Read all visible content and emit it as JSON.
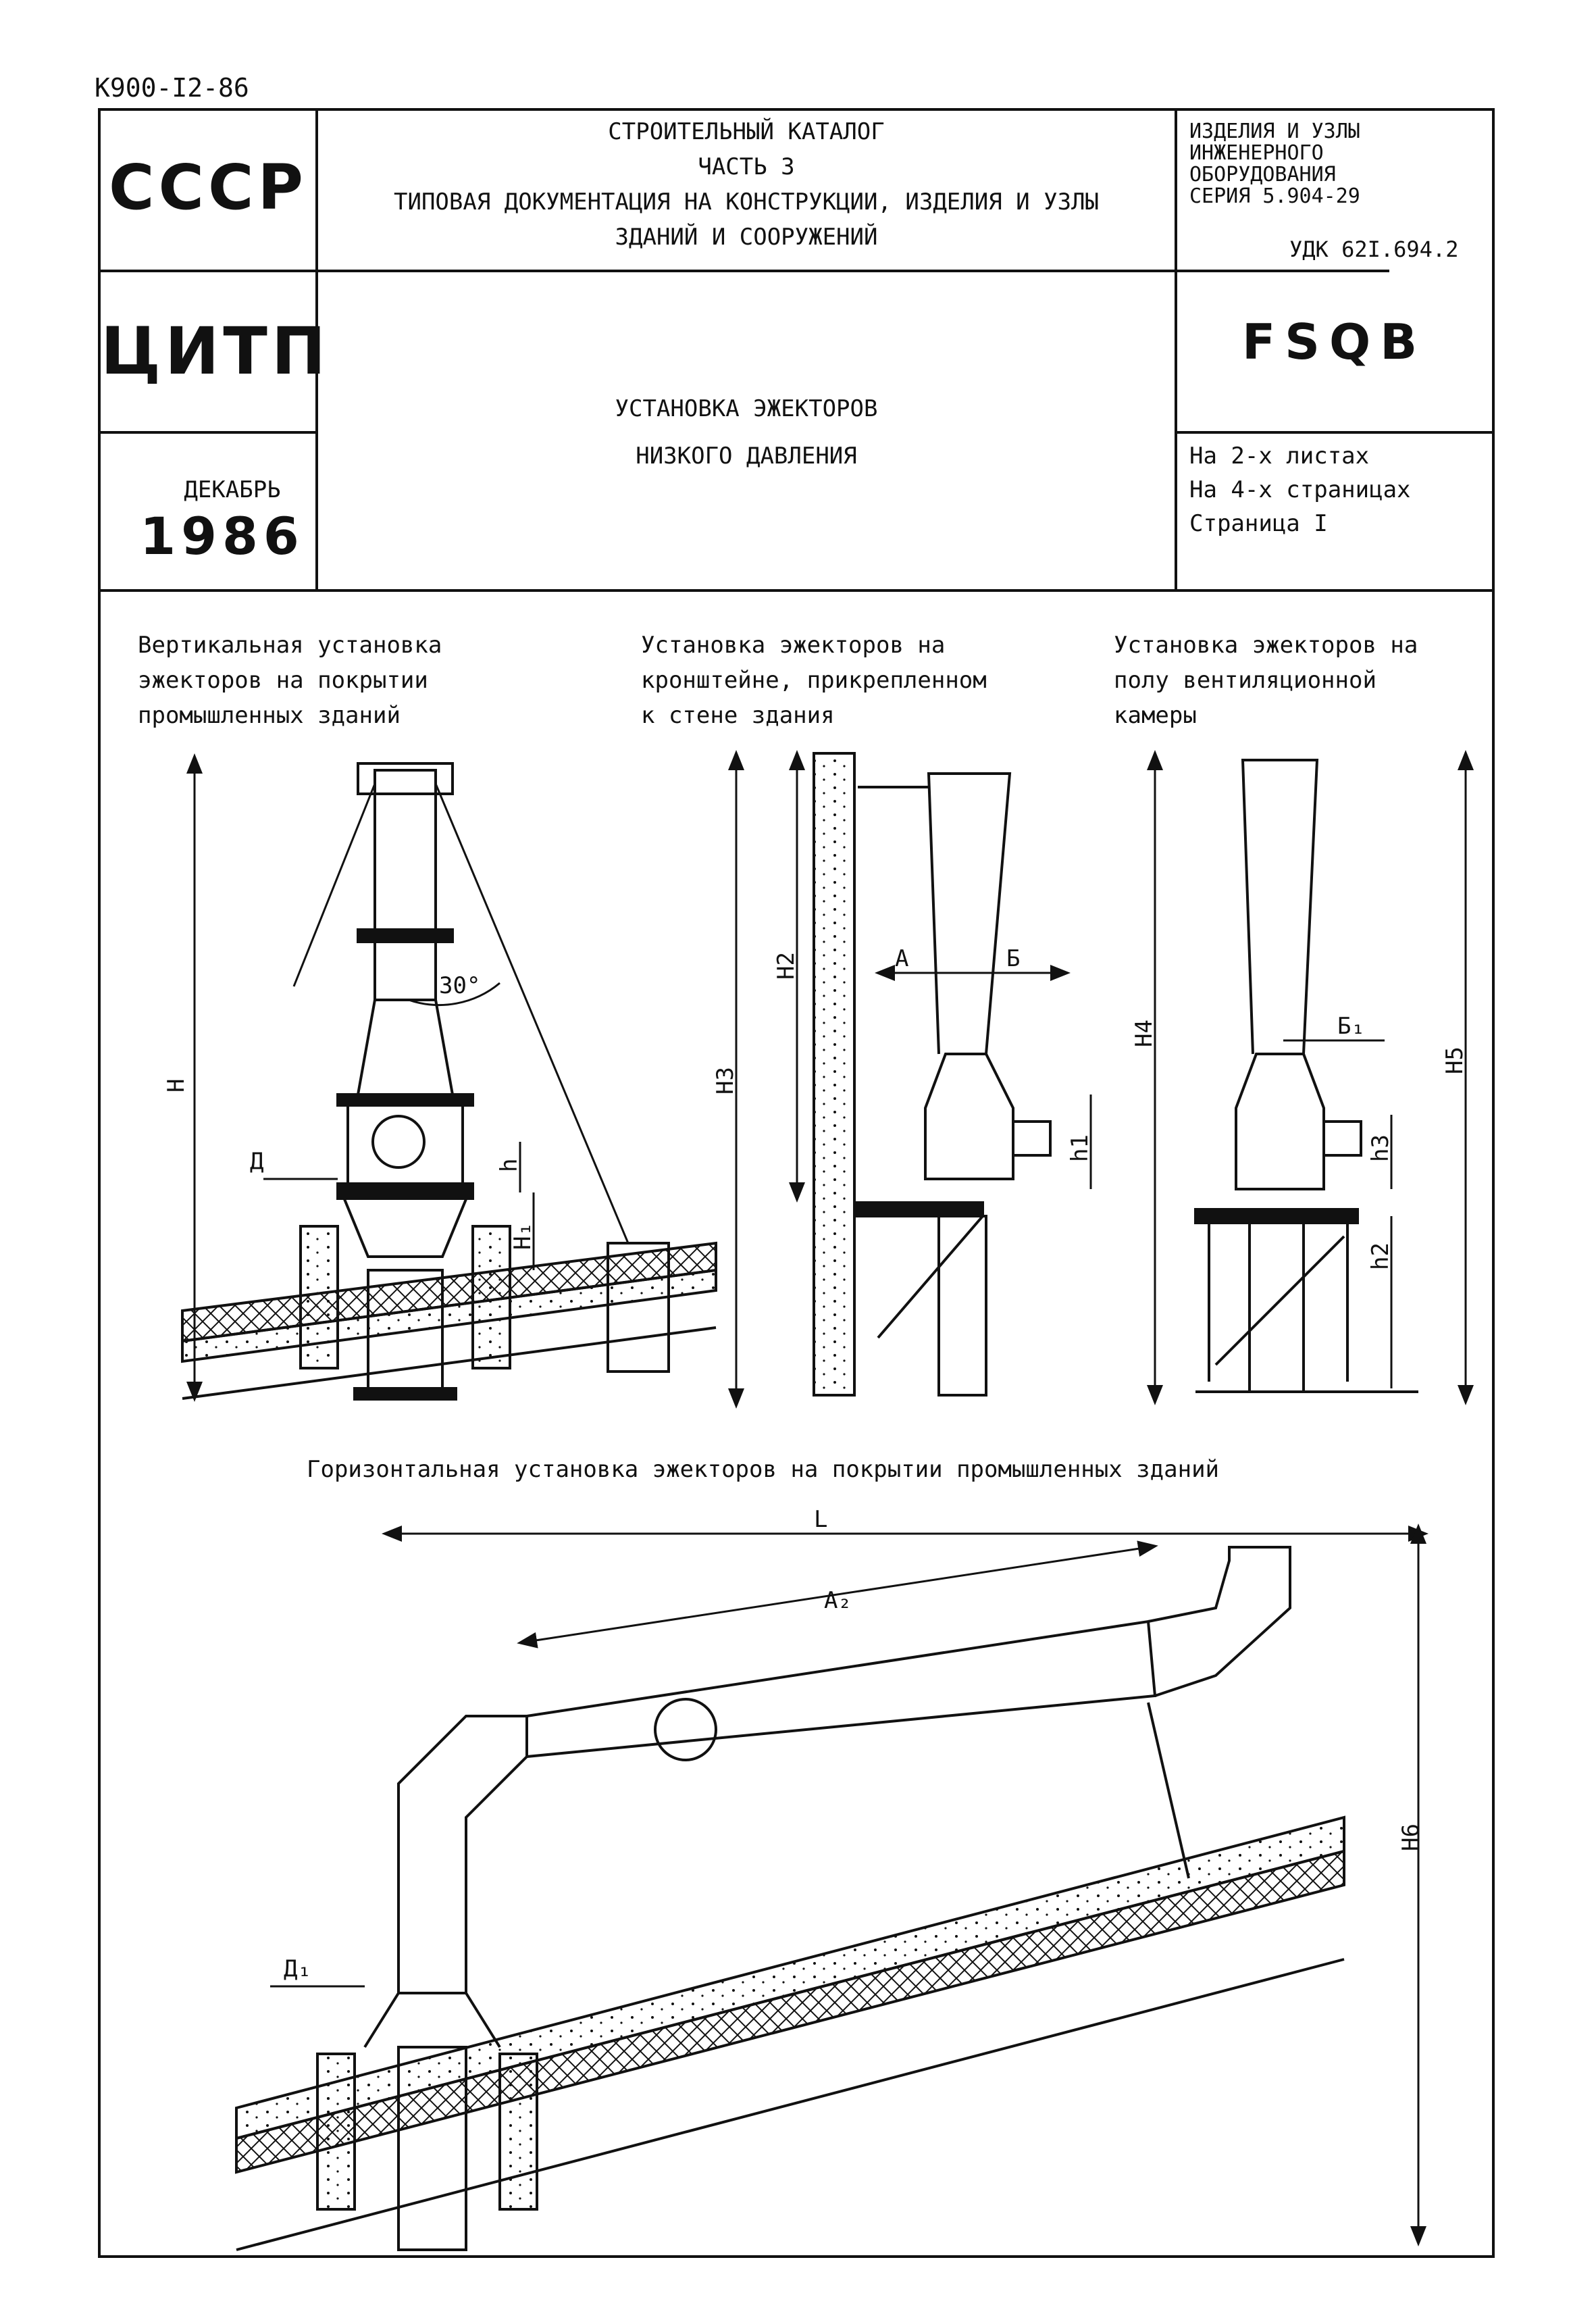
{
  "doc_code": "К900-I2-86",
  "header": {
    "org1": "СССР",
    "org2": "ЦИТП",
    "month": "ДЕКАБРЬ",
    "year": "1986",
    "catalog": [
      "СТРОИТЕЛЬНЫЙ КАТАЛОГ",
      "ЧАСТЬ 3",
      "ТИПОВАЯ ДОКУМЕНТАЦИЯ НА КОНСТРУКЦИИ, ИЗДЕЛИЯ И УЗЛЫ",
      "ЗДАНИЙ И СООРУЖЕНИЙ"
    ],
    "series": [
      "ИЗДЕЛИЯ И УЗЛЫ",
      "ИНЖЕНЕРНОГО",
      "ОБОРУДОВАНИЯ",
      "СЕРИЯ 5.904-29"
    ],
    "udk": "УДК 62I.694.2",
    "code": "FSQB",
    "title": [
      "УСТАНОВКА ЭЖЕКТОРОВ",
      "НИЗКОГО ДАВЛЕНИЯ"
    ],
    "sheets": [
      "На 2-х листах",
      "На 4-х страницах",
      "Страница I"
    ]
  },
  "captions": {
    "vertical": [
      "Вертикальная установка",
      "эжекторов на покрытии",
      "промышленных зданий"
    ],
    "bracket": [
      "Установка эжекторов на",
      "кронштейне, прикрепленном",
      "к стене здания"
    ],
    "floor": [
      "Установка эжекторов на",
      "полу вентиляционной",
      "камеры"
    ],
    "horizontal": "Горизонтальная установка эжекторов на покрытии промышленных зданий"
  },
  "dims": {
    "H": "H",
    "h": "h",
    "H1": "H₁",
    "D": "Д",
    "angle": "30°",
    "H2": "H2",
    "H3": "H3",
    "A": "A",
    "B": "Б",
    "h1": "h1",
    "H4": "H4",
    "H5": "H5",
    "B1": "Б₁",
    "h2": "h2",
    "h3": "h3",
    "L": "L",
    "A2": "A₂",
    "D1": "Д₁",
    "H6": "H6"
  }
}
